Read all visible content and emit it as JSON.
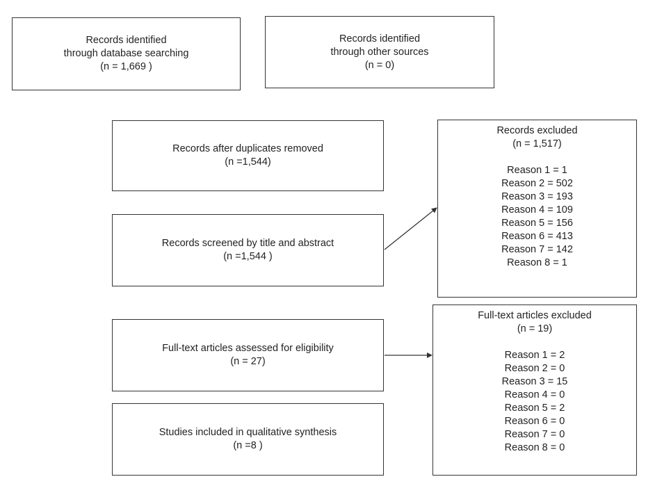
{
  "identification": {
    "database": {
      "line1": "Records identified",
      "line2": "through database searching",
      "count": "(n = 1,669 )"
    },
    "other": {
      "line1": "Records identified",
      "line2": "through other sources",
      "count": "(n = 0)"
    }
  },
  "duplicates": {
    "label": "Records after duplicates removed",
    "count": "(n =1,544)"
  },
  "screened": {
    "label": "Records screened by title and abstract",
    "count": "(n =1,544 )"
  },
  "records_excluded": {
    "title": "Records excluded",
    "count": "(n = 1,517)",
    "reasons": [
      "Reason 1 = 1",
      "Reason 2 = 502",
      "Reason 3 = 193",
      "Reason 4 = 109",
      "Reason 5 = 156",
      "Reason 6 = 413",
      "Reason 7 = 142",
      "Reason 8 = 1"
    ]
  },
  "eligibility": {
    "label": "Full-text articles assessed for eligibility",
    "count": "(n = 27)"
  },
  "fulltext_excluded": {
    "title": "Full-text articles excluded",
    "count": "(n = 19)",
    "reasons": [
      "Reason 1 = 2",
      "Reason 2 = 0",
      "Reason 3 = 15",
      "Reason 4 = 0",
      "Reason 5 = 2",
      "Reason 6 = 0",
      "Reason 7 = 0",
      "Reason 8 = 0"
    ]
  },
  "included": {
    "label": "Studies included in qualitative synthesis",
    "count": "(n =8 )"
  }
}
